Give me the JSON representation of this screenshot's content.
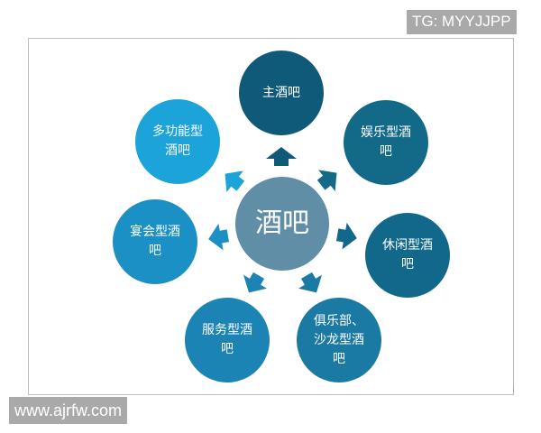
{
  "watermarks": {
    "top_right": "TG: MYYJJPP",
    "bottom_left": "www.ajrfw.com"
  },
  "diagram": {
    "center": {
      "label": "酒吧",
      "color": "#5f8ea6"
    },
    "nodes": [
      {
        "label": "主酒吧",
        "color": "#0e5a78"
      },
      {
        "label": "娱乐型酒吧",
        "color": "#126a88"
      },
      {
        "label": "休闲型酒吧",
        "color": "#11688a"
      },
      {
        "label": "俱乐部、沙龙型酒吧",
        "color": "#1a7aa3"
      },
      {
        "label": "服务型酒吧",
        "color": "#1b84b4"
      },
      {
        "label": "宴会型酒吧",
        "color": "#1a90c4"
      },
      {
        "label": "多功能型酒吧",
        "color": "#1ca3da"
      }
    ]
  }
}
